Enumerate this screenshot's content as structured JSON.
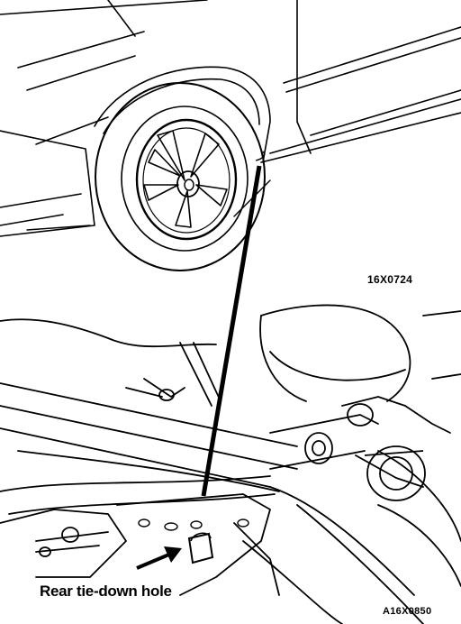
{
  "figure": {
    "upper_code": "16X0724",
    "lower_code": "A16X0850",
    "callout_label": "Rear tie-down hole"
  },
  "colors": {
    "ink": "#000000",
    "paper": "#ffffff"
  }
}
